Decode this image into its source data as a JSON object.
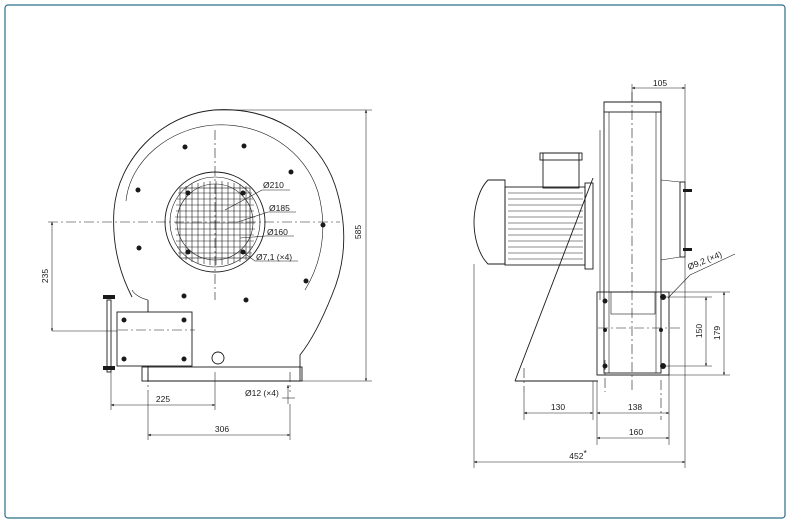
{
  "front_view": {
    "height_label": "585",
    "axis_height_label": "235",
    "inlet_diameter_1": "Ø210",
    "inlet_diameter_2": "Ø185",
    "inlet_diameter_3": "Ø160",
    "inlet_holes": "Ø7,1 (×4)",
    "foot_holes": "Ø12 (×4)",
    "foot_width_label": "225",
    "base_width_label": "306"
  },
  "side_view": {
    "outlet_width_label": "105",
    "outlet_holes": "Ø9,2 (×4)",
    "flange_height_1": "150",
    "flange_height_2": "179",
    "foot_offset_label": "130",
    "foot_span_label": "138",
    "base_depth_label": "160",
    "total_length_label": "452",
    "total_length_mark": "*"
  },
  "colors": {
    "frame": "#2a6f86",
    "line": "#1a1a1a"
  }
}
